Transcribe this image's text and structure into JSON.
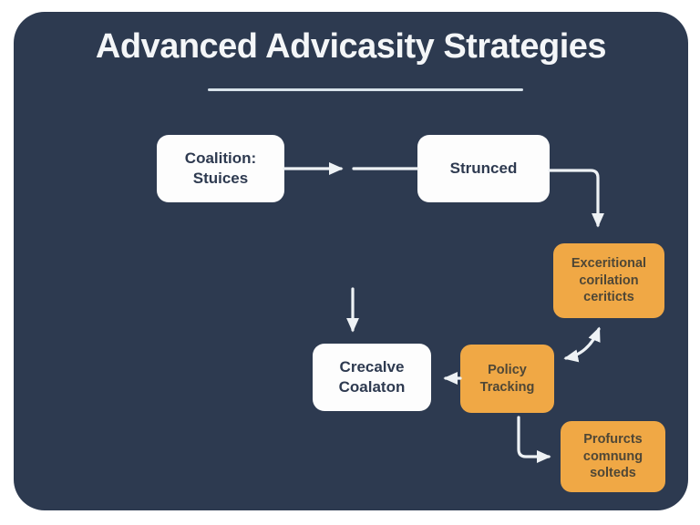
{
  "title": "Advanced Advicasity Strategies",
  "colors": {
    "panel_navy": "#2d3a50",
    "node_white": "#fdfdfd",
    "node_orange": "#f0a845",
    "white_node_text": "#2e3a50",
    "orange_node_text": "#4f4736",
    "arrow": "#eef2f5",
    "underline": "#d8e2ea",
    "title_text": "#f4f6f8"
  },
  "nodes": {
    "coalition": {
      "label": "Coalition:\nStuices"
    },
    "strunced": {
      "label": "Strunced"
    },
    "exceptional": {
      "label": "Exceritional\ncorilation\nceriticts"
    },
    "creative": {
      "label": "Crecalve\nCoalaton"
    },
    "policy": {
      "label": "Policy\nTracking"
    },
    "products": {
      "label": "Profurcts\ncomnung\nsolteds"
    }
  }
}
